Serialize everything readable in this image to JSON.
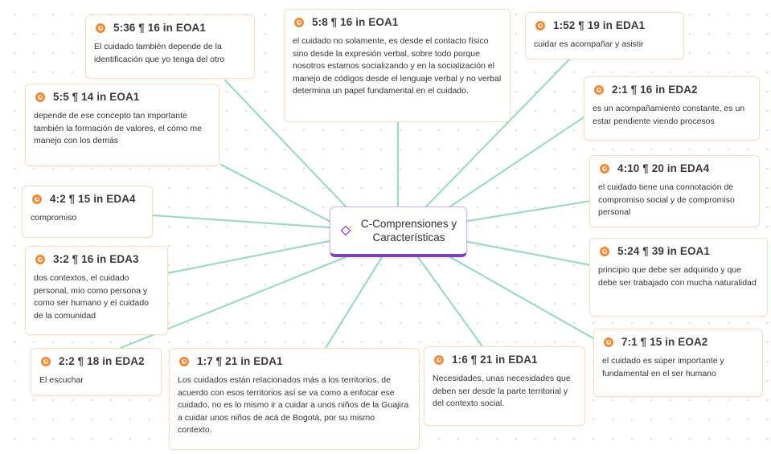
{
  "central_node": {
    "label": "C-Comprensiones y Características",
    "icon": "sparkle-diamond-icon"
  },
  "colors": {
    "link": "#9fd9c6",
    "accent": "#7b3fb8",
    "quote": "#f08a3a",
    "card_border": "#f7dcc4"
  },
  "quotes": [
    {
      "title": "5:36 ¶ 16 in EOA1",
      "text": "El cuidado también depende de la identificación que yo tenga del otro"
    },
    {
      "title": "5:8 ¶ 16 in EOA1",
      "text": "el cuidado no solamente, es desde el contacto físico sino desde la expresión verbal, sobre todo porque nosotros estamos socializando y en la socialización el manejo de códigos desde el lenguaje verbal y no verbal determina un papel fundamental en el cuidado."
    },
    {
      "title": "1:52 ¶ 19 in EDA1",
      "text": "cuidar es acompañar y asistir"
    },
    {
      "title": "2:1 ¶ 16 in EDA2",
      "text": "es un acompañamiento constante, es un estar pendiente viendo procesos"
    },
    {
      "title": "5:5 ¶ 14 in EOA1",
      "text": "depende de ese concepto tan importante también la formación de valores, el cómo me manejo con los demás"
    },
    {
      "title": "4:10 ¶ 20 in EDA4",
      "text": "el cuidado tiene una connotación de compromiso social y de compromiso personal"
    },
    {
      "title": "4:2 ¶ 15 in EDA4",
      "text": "compromiso"
    },
    {
      "title": "3:2 ¶ 16 in EDA3",
      "text": "dos contextos, el cuidado personal, mío como persona y como ser humano y el cuidado de la comunidad"
    },
    {
      "title": "5:24 ¶ 39 in EOA1",
      "text": "principio que debe ser adquirido y que debe ser trabajado con mucha naturalidad"
    },
    {
      "title": "7:1 ¶ 15 in EOA2",
      "text": "el cuidado es súper importante y fundamental en el ser humano"
    },
    {
      "title": "2:2 ¶ 18 in EDA2",
      "text": "El escuchar"
    },
    {
      "title": "1:7 ¶ 21 in EDA1",
      "text": "Los cuidados están relacionados más a los territorios, de acuerdo con esos territorios así se va como a enfocar ese cuidado, no es lo mismo ir a cuidar a unos niños de la Guajira a cuidar unos niños de acá de Bogotá, por su mismo contexto."
    },
    {
      "title": "1:6 ¶ 21 in EDA1",
      "text": "Necesidades, unas necesidades que deben ser desde la parte territorial y del contexto social."
    }
  ]
}
